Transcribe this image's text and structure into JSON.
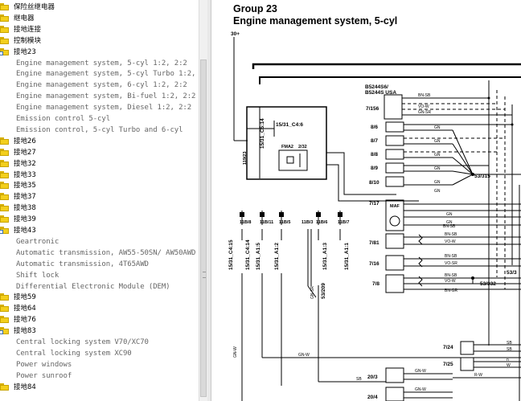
{
  "tree": {
    "items": [
      {
        "type": "folder",
        "label": "保险丝继电器"
      },
      {
        "type": "folder",
        "label": "继电器"
      },
      {
        "type": "folder",
        "label": "接地连接"
      },
      {
        "type": "folder",
        "label": "控制模块"
      },
      {
        "type": "folder",
        "label": "接地23",
        "link": true
      },
      {
        "type": "doc",
        "label": "Engine management system, 5-cyl 1:2, 2:2"
      },
      {
        "type": "doc",
        "label": "Engine management system, 5-cyl Turbo 1:2, 2:2"
      },
      {
        "type": "doc",
        "label": "Engine management system, 6-cyl 1:2, 2:2"
      },
      {
        "type": "doc",
        "label": "Engine management system, Bi-fuel 1:2, 2:2"
      },
      {
        "type": "doc",
        "label": "Engine management system, Diesel 1:2, 2:2"
      },
      {
        "type": "doc",
        "label": "Emission control 5-cyl"
      },
      {
        "type": "doc",
        "label": "Emission control, 5-cyl Turbo and 6-cyl"
      },
      {
        "type": "folder",
        "label": "接地26"
      },
      {
        "type": "folder",
        "label": "接地27"
      },
      {
        "type": "folder",
        "label": "接地32"
      },
      {
        "type": "folder",
        "label": "接地33"
      },
      {
        "type": "folder",
        "label": "接地35"
      },
      {
        "type": "folder",
        "label": "接地37"
      },
      {
        "type": "folder",
        "label": "接地38"
      },
      {
        "type": "folder",
        "label": "接地39"
      },
      {
        "type": "folder",
        "label": "接地43",
        "link": true
      },
      {
        "type": "doc",
        "label": "Geartronic"
      },
      {
        "type": "doc",
        "label": "Automatic transmission, AW55-50SN/ AW50AWD"
      },
      {
        "type": "doc",
        "label": "Automatic transmission, 4T65AWD"
      },
      {
        "type": "doc",
        "label": "Shift lock"
      },
      {
        "type": "doc",
        "label": "Differential Electronic Module (DEM)"
      },
      {
        "type": "folder",
        "label": "接地59"
      },
      {
        "type": "folder",
        "label": "接地64"
      },
      {
        "type": "folder",
        "label": "接地76"
      },
      {
        "type": "folder",
        "label": "接地83",
        "link": true
      },
      {
        "type": "doc",
        "label": "Central locking system V70/XC70"
      },
      {
        "type": "doc",
        "label": "Central locking system XC90"
      },
      {
        "type": "doc",
        "label": "Power windows"
      },
      {
        "type": "doc",
        "label": "Power sunroof"
      },
      {
        "type": "folder",
        "label": "接地84"
      }
    ]
  },
  "diagram": {
    "title": "Group 23",
    "subtitle": "Engine management system, 5-cyl",
    "labels": {
      "supply": "30+",
      "b5244s": "B5244S6/",
      "b5244s_usa": "B5244S USA",
      "c5_14": "15/31_C5:14",
      "c4_6": "15/31_C4:6",
      "fma2": "FMA2",
      "fma2_pin": "2/32",
      "vert_119_23": "119/23",
      "c156": "7/156",
      "c8_6": "8/6",
      "c8_7": "8/7",
      "c8_8": "8/8",
      "c8_9": "8/9",
      "c8_10": "8/10",
      "c53_315": "53/315",
      "c7_17": "7/17",
      "maf": "MAF",
      "c7_81": "7/81",
      "c7_16": "7/16",
      "c7_8": "7/8",
      "c53_332": "53/332",
      "c53_3": "53/3",
      "c53_209": "53/209",
      "c7_24": "7/24",
      "c7_25": "7/25",
      "c20_3": "20/3",
      "c20_4": "20/4",
      "b11_8": "11B/8",
      "b11_11": "11B/11",
      "b11_5": "11B/5",
      "b11_3": "11B/3",
      "b11_6": "11B/6",
      "b11_7": "11B/7",
      "v_c4_15": "15/31_C4:15",
      "v_c4_14": "15/31_C4:14",
      "v_a1_5": "15/31_A1:5",
      "v_a1_2": "15/31_A1:2",
      "v_a1_3": "15/31_A1:3",
      "v_a1_1": "15/31_A1:1",
      "gn_w": "GN-W",
      "gn": "GN",
      "bn_sb": "BN-SB",
      "vo_w": "VO-W",
      "bn_gr": "BN-GR",
      "gn_sr": "GN-SR",
      "vo_sr": "VO-SR",
      "sb": "SB",
      "r_w": "R-W",
      "w": "W",
      "n": "n"
    }
  }
}
